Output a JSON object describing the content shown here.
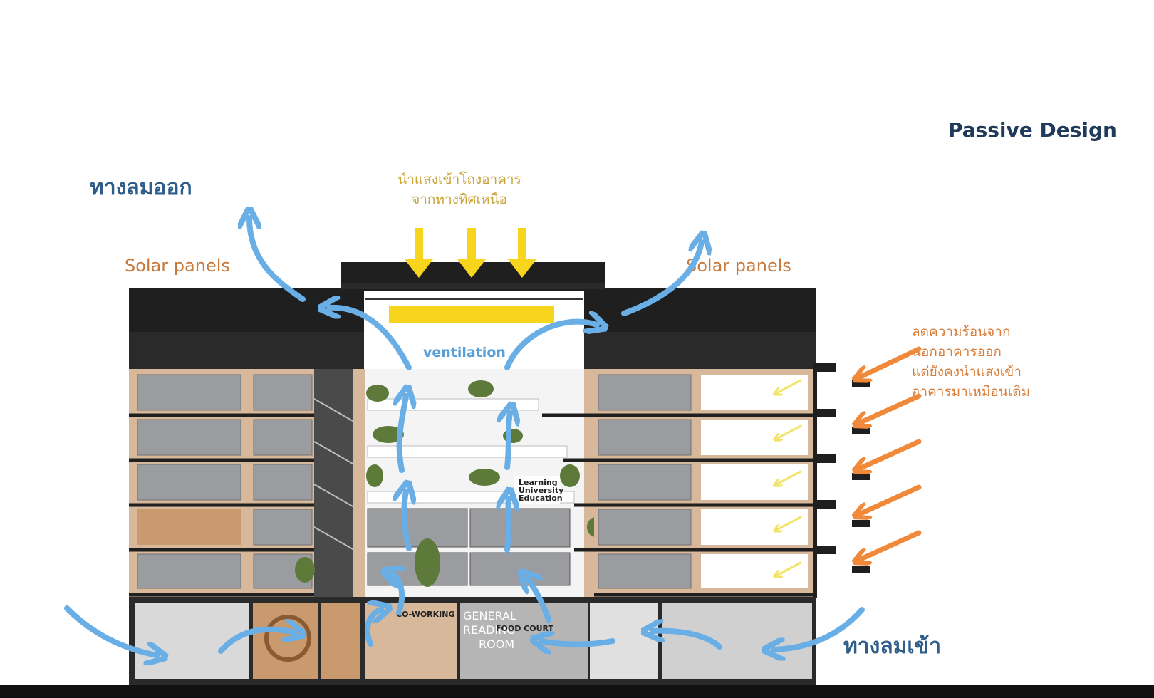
{
  "title": "Passive Design",
  "labels": {
    "wind_out": "ทางลมออก",
    "wind_in": "ทางลมเข้า",
    "daylight_note_line1": "นำแสงเข้าโถงอาคาร",
    "daylight_note_line2": "จากทางทิศเหนือ",
    "solar_left": "Solar panels",
    "solar_right": "Solar panels",
    "ventilation": "ventilation",
    "heat_note": [
      "ลดความร้อนจาก",
      "นอกอาคารออก",
      "แต่ยังคงนำแสงเข้า",
      "อาคารมาเหมือนเดิม"
    ]
  },
  "rooms": {
    "co_working": "CO-WORKING",
    "general_reading_room": [
      "GENERAL",
      "READING",
      "ROOM"
    ],
    "food_court": "FOOD COURT",
    "learning": [
      "Learning",
      "University",
      "Education"
    ]
  },
  "colors": {
    "wind_arrow": "#6aaee6",
    "sun_arrow": "#f7d51d",
    "heat_arrow": "#f08a3a",
    "building_dark": "#1f1f1f",
    "glass": "#9a9ca0",
    "wood": "#d8b89a"
  }
}
